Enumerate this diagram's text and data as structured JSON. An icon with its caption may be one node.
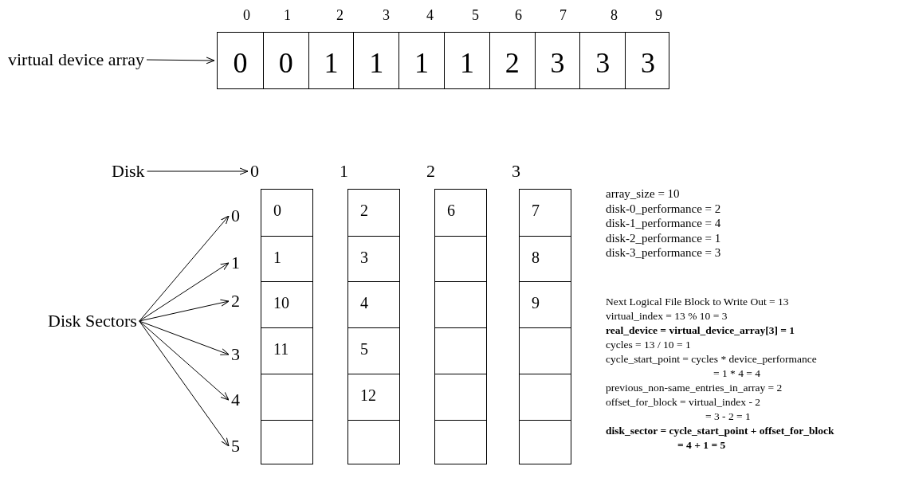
{
  "diagram": {
    "nodes": [
      {
        "text": [
          "virtual device array"
        ]
      },
      {
        "text": [],
        "shape": "box"
      },
      {
        "text": [
          "0"
        ],
        "in": 1
      },
      {
        "text": [
          "0"
        ],
        "in": 1
      },
      {
        "text": [
          "1"
        ],
        "in": 1
      },
      {
        "text": [
          "1"
        ],
        "in": 1
      },
      {
        "text": [
          "1"
        ],
        "in": 1
      },
      {
        "text": [
          "1"
        ],
        "in": 1
      },
      {
        "text": [
          "2"
        ],
        "in": 1
      },
      {
        "text": [
          "3"
        ],
        "in": 1
      },
      {
        "text": [
          "3"
        ],
        "in": 1
      },
      {
        "text": [
          "3"
        ],
        "in": 1
      },
      {
        "text": [
          "Disk"
        ]
      },
      {
        "text": [
          "0"
        ]
      },
      {
        "text": [
          "Disk Sectors"
        ]
      },
      {
        "text": [
          "0"
        ]
      },
      {
        "text": [
          "1"
        ]
      },
      {
        "text": [
          "2"
        ]
      },
      {
        "text": [
          "3"
        ]
      },
      {
        "text": [
          "4"
        ]
      },
      {
        "text": [
          "5"
        ]
      },
      {
        "text": [],
        "shape": "box"
      },
      {
        "text": [
          "0"
        ],
        "in": 21
      },
      {
        "text": [
          "1"
        ],
        "in": 21
      },
      {
        "text": [
          "10"
        ],
        "in": 21
      },
      {
        "text": [
          "11"
        ],
        "in": 21
      },
      {
        "text": [],
        "shape": "box",
        "in": 21
      },
      {
        "text": [],
        "shape": "box",
        "in": 21
      },
      {
        "text": [],
        "shape": "box"
      },
      {
        "text": [
          "2"
        ],
        "in": 28
      },
      {
        "text": [
          "3"
        ],
        "in": 28
      },
      {
        "text": [
          "4"
        ],
        "in": 28
      },
      {
        "text": [
          "5"
        ],
        "in": 28
      },
      {
        "text": [
          "12"
        ],
        "in": 28
      },
      {
        "text": [],
        "shape": "box",
        "in": 28
      },
      {
        "text": [],
        "shape": "box"
      },
      {
        "text": [
          "6"
        ],
        "in": 35
      },
      {
        "text": [],
        "shape": "box",
        "in": 35
      },
      {
        "text": [],
        "shape": "box",
        "in": 35
      },
      {
        "text": [],
        "shape": "box",
        "in": 35
      },
      {
        "text": [],
        "shape": "box",
        "in": 35
      },
      {
        "text": [],
        "shape": "box",
        "in": 35
      },
      {
        "text": [],
        "shape": "box"
      },
      {
        "text": [
          "7"
        ],
        "in": 42
      },
      {
        "text": [
          "8"
        ],
        "in": 42
      },
      {
        "text": [
          "9"
        ],
        "in": 42
      },
      {
        "text": [],
        "shape": "box",
        "in": 42
      },
      {
        "text": [],
        "shape": "box",
        "in": 42
      },
      {
        "text": [],
        "shape": "box",
        "in": 42
      }
    ],
    "edges": [
      {
        "from": 0,
        "to": 1,
        "arrow": "to"
      },
      {
        "from": 12,
        "to": 13,
        "arrow": "to"
      },
      {
        "from": 14,
        "to": 15,
        "arrow": "to"
      },
      {
        "from": 14,
        "to": 16,
        "arrow": "to"
      },
      {
        "from": 14,
        "to": 17,
        "arrow": "to"
      },
      {
        "from": 14,
        "to": 18,
        "arrow": "to"
      },
      {
        "from": 14,
        "to": 19,
        "arrow": "to"
      },
      {
        "from": 14,
        "to": 20,
        "arrow": "to"
      }
    ],
    "labels": [
      "0",
      "1",
      "2",
      "3",
      "4",
      "5",
      "6",
      "7",
      "8",
      "9",
      "1",
      "2",
      "3",
      "array_size = 10",
      "disk-0_performance = 2",
      "disk-1_performance = 4",
      "disk-2_performance = 1",
      "disk-3_performance = 3",
      "Next Logical File Block to Write Out = 13",
      "virtual_index = 13 % 10 = 3",
      "real_device = virtual_device_array[3] = 1",
      "cycles = 13 / 10 = 1",
      "cycle_start_point = cycles * device_performance",
      "= 1 * 4 = 4",
      "previous_non-same_entries_in_array = 2",
      "offset_for_block = virtual_index - 2",
      "= 3 - 2 = 1",
      "disk_sector = cycle_start_point + offset_for_block",
      "= 4 + 1 = 5"
    ]
  }
}
